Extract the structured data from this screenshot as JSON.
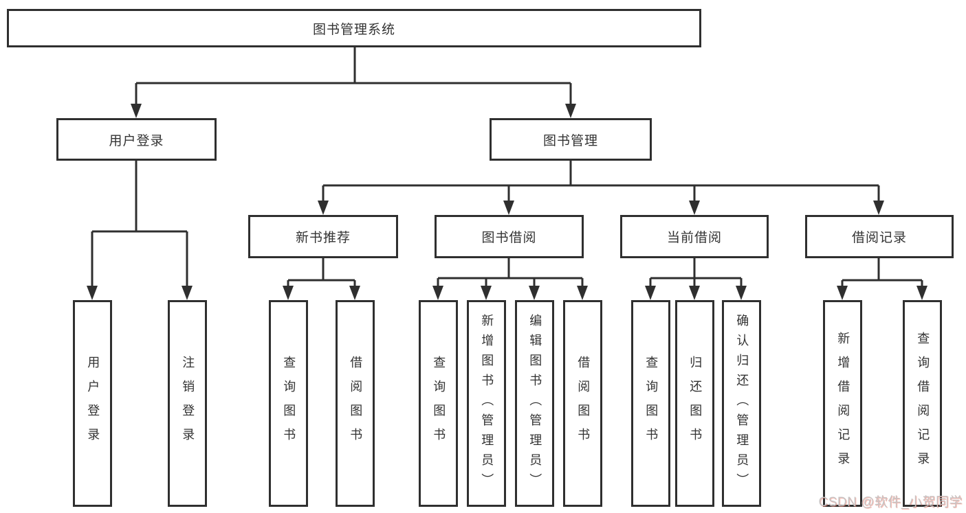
{
  "diagram": {
    "root": {
      "label": "图书管理系统"
    },
    "level2": {
      "user_login": {
        "label": "用户登录"
      },
      "book_mgmt": {
        "label": "图书管理"
      }
    },
    "level3": {
      "new_book_rec": {
        "label": "新书推荐"
      },
      "book_borrow": {
        "label": "图书借阅"
      },
      "current_borrow": {
        "label": "当前借阅"
      },
      "borrow_record": {
        "label": "借阅记录"
      }
    },
    "leaves": {
      "user_login_leaf": {
        "label": "用户登录"
      },
      "logout": {
        "label": "注销登录"
      },
      "rec_query_book": {
        "label": "查询图书"
      },
      "rec_borrow_book": {
        "label": "借阅图书"
      },
      "bb_query_book": {
        "label": "查询图书"
      },
      "bb_add_book": {
        "label": "新增图书（管理员）"
      },
      "bb_edit_book": {
        "label": "编辑图书（管理员）"
      },
      "bb_borrow_book": {
        "label": "借阅图书"
      },
      "cb_query_book": {
        "label": "查询图书"
      },
      "cb_return_book": {
        "label": "归还图书"
      },
      "cb_confirm_return": {
        "label": "确认归还（管理员）"
      },
      "br_add_record": {
        "label": "新增借阅记录"
      },
      "br_query_record": {
        "label": "查询借阅记录"
      }
    }
  },
  "watermark": {
    "text": "CSDN @软件_小贺同学"
  },
  "colors": {
    "line": "#2f2f2f",
    "box_border": "#2f2f2f",
    "text": "#333333",
    "background": "#ffffff",
    "watermark_gray": "#c7c3c3",
    "watermark_accent": "#f06450"
  }
}
